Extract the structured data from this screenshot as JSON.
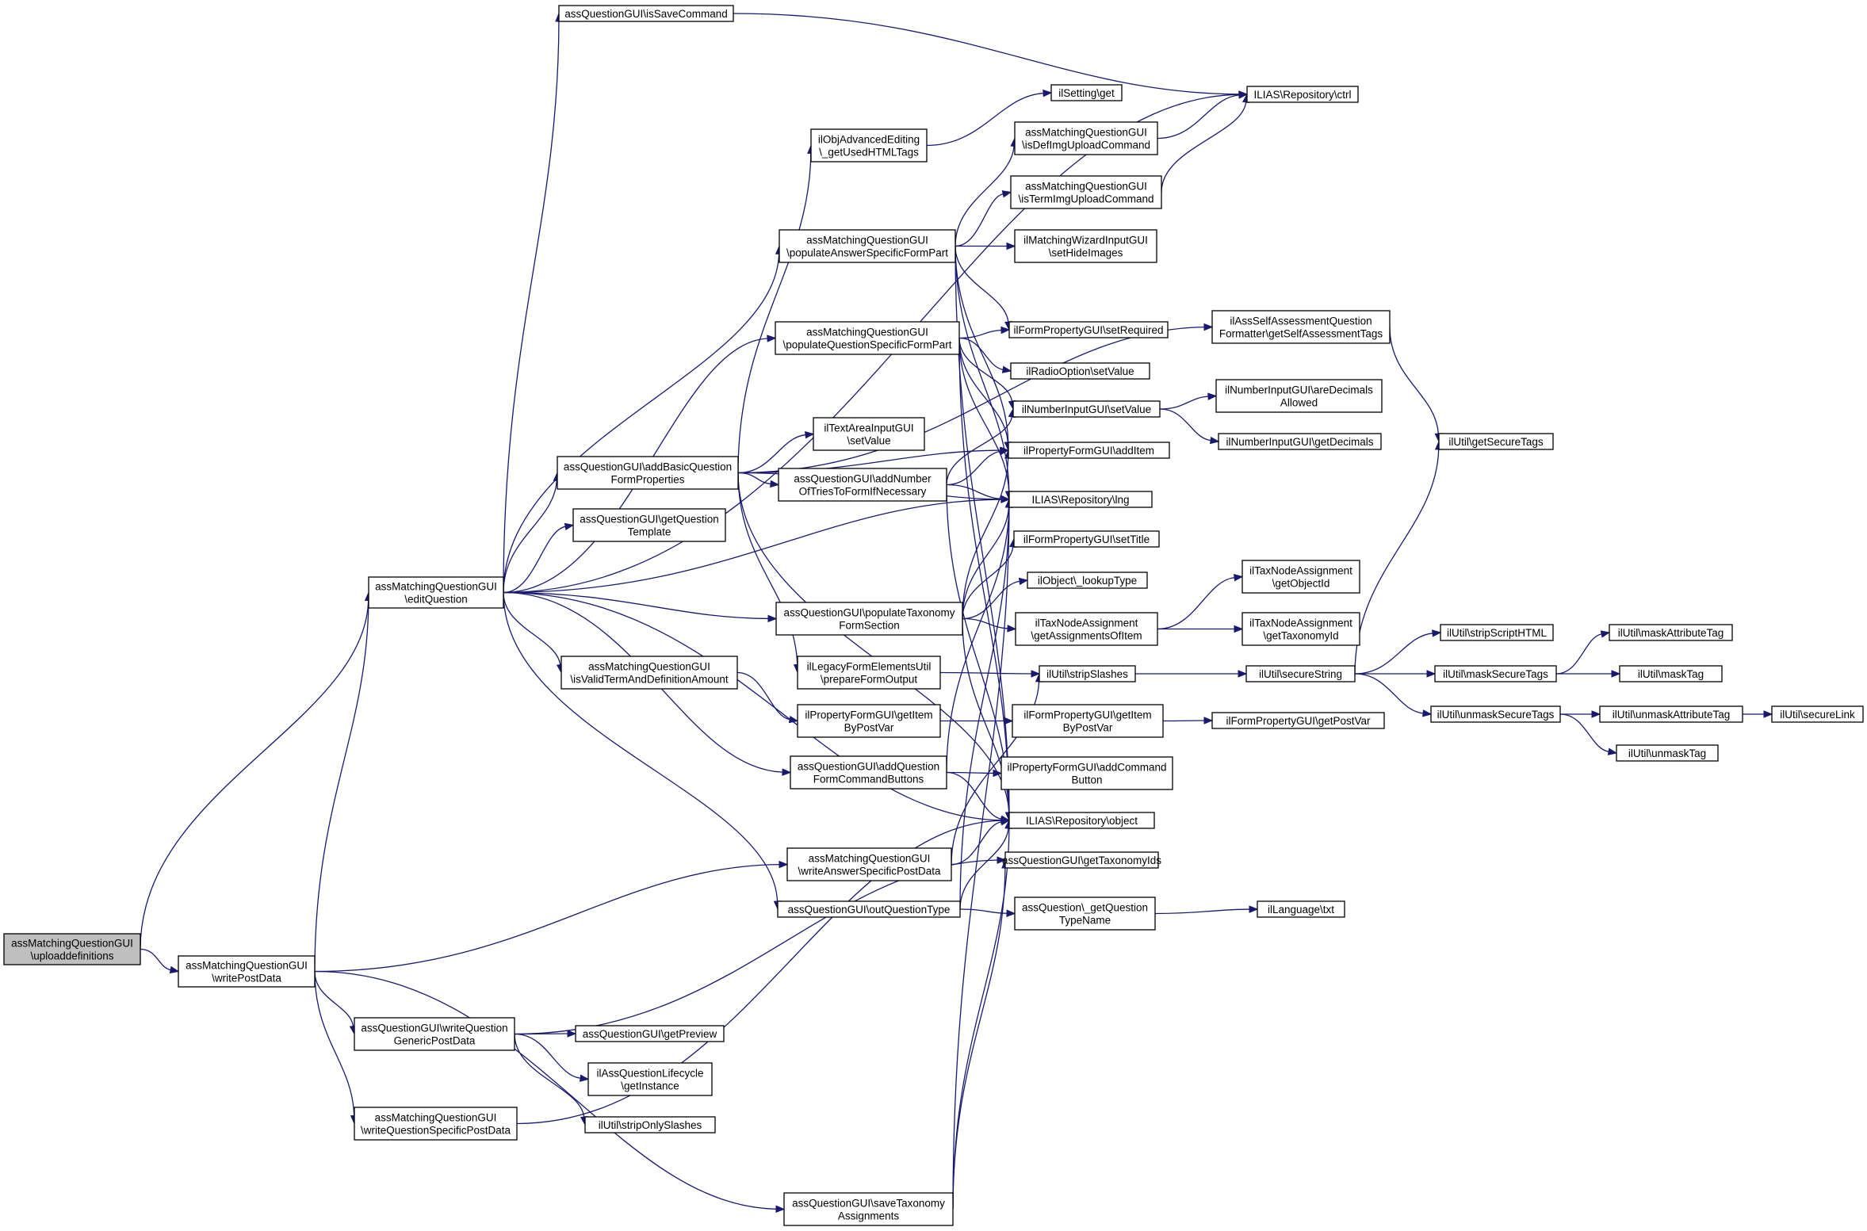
{
  "graph": {
    "nodes": [
      {
        "id": "n0",
        "lines": [
          "assMatchingQuestionGUI",
          "\\uploaddefinitions"
        ],
        "root": true
      },
      {
        "id": "n1",
        "lines": [
          "assMatchingQuestionGUI",
          "\\editQuestion"
        ]
      },
      {
        "id": "n2",
        "lines": [
          "assMatchingQuestionGUI",
          "\\writePostData"
        ]
      },
      {
        "id": "n3",
        "lines": [
          "assQuestionGUI\\isSaveCommand"
        ]
      },
      {
        "id": "n4",
        "lines": [
          "ILIAS\\Repository\\ctrl"
        ]
      },
      {
        "id": "n5",
        "lines": [
          "ilSetting\\get"
        ]
      },
      {
        "id": "n6",
        "lines": [
          "ilObjAdvancedEditing",
          "\\_getUsedHTMLTags"
        ]
      },
      {
        "id": "n7",
        "lines": [
          "assMatchingQuestionGUI",
          "\\isDefImgUploadCommand"
        ]
      },
      {
        "id": "n8",
        "lines": [
          "assMatchingQuestionGUI",
          "\\isTermImgUploadCommand"
        ]
      },
      {
        "id": "n9",
        "lines": [
          "assMatchingQuestionGUI",
          "\\populateAnswerSpecificFormPart"
        ]
      },
      {
        "id": "n10",
        "lines": [
          "ilMatchingWizardInputGUI",
          "\\setHideImages"
        ]
      },
      {
        "id": "n11",
        "lines": [
          "assMatchingQuestionGUI",
          "\\populateQuestionSpecificFormPart"
        ]
      },
      {
        "id": "n12",
        "lines": [
          "ilFormPropertyGUI\\setRequired"
        ]
      },
      {
        "id": "n13",
        "lines": [
          "ilAssSelfAssessmentQuestion",
          "Formatter\\getSelfAssessmentTags"
        ]
      },
      {
        "id": "n14",
        "lines": [
          "ilRadioOption\\setValue"
        ]
      },
      {
        "id": "n15",
        "lines": [
          "ilNumberInputGUI\\setValue"
        ]
      },
      {
        "id": "n16",
        "lines": [
          "ilNumberInputGUI\\areDecimals",
          "Allowed"
        ]
      },
      {
        "id": "n17",
        "lines": [
          "ilTextAreaInputGUI",
          "\\setValue"
        ]
      },
      {
        "id": "n18",
        "lines": [
          "ilPropertyFormGUI\\addItem"
        ]
      },
      {
        "id": "n19",
        "lines": [
          "ilNumberInputGUI\\getDecimals"
        ]
      },
      {
        "id": "n20",
        "lines": [
          "ilUtil\\getSecureTags"
        ]
      },
      {
        "id": "n21",
        "lines": [
          "assQuestionGUI\\addBasicQuestion",
          "FormProperties"
        ]
      },
      {
        "id": "n22",
        "lines": [
          "assQuestionGUI\\addNumber",
          "OfTriesToFormIfNecessary"
        ]
      },
      {
        "id": "n23",
        "lines": [
          "ILIAS\\Repository\\lng"
        ]
      },
      {
        "id": "n24",
        "lines": [
          "assQuestionGUI\\getQuestion",
          "Template"
        ]
      },
      {
        "id": "n25",
        "lines": [
          "ilFormPropertyGUI\\setTitle"
        ]
      },
      {
        "id": "n26",
        "lines": [
          "ilObject\\_lookupType"
        ]
      },
      {
        "id": "n27",
        "lines": [
          "ilTaxNodeAssignment",
          "\\getObjectId"
        ]
      },
      {
        "id": "n28",
        "lines": [
          "assQuestionGUI\\populateTaxonomy",
          "FormSection"
        ]
      },
      {
        "id": "n29",
        "lines": [
          "ilTaxNodeAssignment",
          "\\getAssignmentsOfItem"
        ]
      },
      {
        "id": "n30",
        "lines": [
          "ilTaxNodeAssignment",
          "\\getTaxonomyId"
        ]
      },
      {
        "id": "n31",
        "lines": [
          "ilUtil\\stripScriptHTML"
        ]
      },
      {
        "id": "n32",
        "lines": [
          "ilUtil\\maskAttributeTag"
        ]
      },
      {
        "id": "n33",
        "lines": [
          "assMatchingQuestionGUI",
          "\\isValidTermAndDefinitionAmount"
        ]
      },
      {
        "id": "n34",
        "lines": [
          "ilLegacyFormElementsUtil",
          "\\prepareFormOutput"
        ]
      },
      {
        "id": "n35",
        "lines": [
          "ilUtil\\stripSlashes"
        ]
      },
      {
        "id": "n36",
        "lines": [
          "ilUtil\\secureString"
        ]
      },
      {
        "id": "n37",
        "lines": [
          "ilUtil\\maskSecureTags"
        ]
      },
      {
        "id": "n38",
        "lines": [
          "ilUtil\\maskTag"
        ]
      },
      {
        "id": "n39",
        "lines": [
          "ilPropertyFormGUI\\getItem",
          "ByPostVar"
        ]
      },
      {
        "id": "n40",
        "lines": [
          "ilFormPropertyGUI\\getItem",
          "ByPostVar"
        ]
      },
      {
        "id": "n41",
        "lines": [
          "ilFormPropertyGUI\\getPostVar"
        ]
      },
      {
        "id": "n42",
        "lines": [
          "ilUtil\\unmaskSecureTags"
        ]
      },
      {
        "id": "n43",
        "lines": [
          "ilUtil\\unmaskAttributeTag"
        ]
      },
      {
        "id": "n44",
        "lines": [
          "ilUtil\\secureLink"
        ]
      },
      {
        "id": "n45",
        "lines": [
          "ilUtil\\unmaskTag"
        ]
      },
      {
        "id": "n46",
        "lines": [
          "assQuestionGUI\\addQuestion",
          "FormCommandButtons"
        ]
      },
      {
        "id": "n47",
        "lines": [
          "ilPropertyFormGUI\\addCommand",
          "Button"
        ]
      },
      {
        "id": "n48",
        "lines": [
          "ILIAS\\Repository\\object"
        ]
      },
      {
        "id": "n49",
        "lines": [
          "assMatchingQuestionGUI",
          "\\writeAnswerSpecificPostData"
        ]
      },
      {
        "id": "n50",
        "lines": [
          "assQuestionGUI\\getTaxonomyIds"
        ]
      },
      {
        "id": "n51",
        "lines": [
          "assQuestionGUI\\outQuestionType"
        ]
      },
      {
        "id": "n52",
        "lines": [
          "assQuestion\\_getQuestion",
          "TypeName"
        ]
      },
      {
        "id": "n53",
        "lines": [
          "ilLanguage\\txt"
        ]
      },
      {
        "id": "n54",
        "lines": [
          "assQuestionGUI\\writeQuestion",
          "GenericPostData"
        ]
      },
      {
        "id": "n55",
        "lines": [
          "assQuestionGUI\\getPreview"
        ]
      },
      {
        "id": "n56",
        "lines": [
          "ilAssQuestionLifecycle",
          "\\getInstance"
        ]
      },
      {
        "id": "n57",
        "lines": [
          "ilUtil\\stripOnlySlashes"
        ]
      },
      {
        "id": "n58",
        "lines": [
          "assMatchingQuestionGUI",
          "\\writeQuestionSpecificPostData"
        ]
      },
      {
        "id": "n59",
        "lines": [
          "assQuestionGUI\\saveTaxonomy",
          "Assignments"
        ]
      }
    ],
    "edges": [
      [
        "n0",
        "n1"
      ],
      [
        "n0",
        "n2"
      ],
      [
        "n1",
        "n3"
      ],
      [
        "n1",
        "n4"
      ],
      [
        "n1",
        "n9"
      ],
      [
        "n1",
        "n11"
      ],
      [
        "n1",
        "n21"
      ],
      [
        "n1",
        "n24"
      ],
      [
        "n1",
        "n23"
      ],
      [
        "n1",
        "n28"
      ],
      [
        "n1",
        "n33"
      ],
      [
        "n1",
        "n46"
      ],
      [
        "n1",
        "n51"
      ],
      [
        "n1",
        "n48"
      ],
      [
        "n3",
        "n4"
      ],
      [
        "n6",
        "n5"
      ],
      [
        "n7",
        "n4"
      ],
      [
        "n8",
        "n4"
      ],
      [
        "n9",
        "n7"
      ],
      [
        "n9",
        "n8"
      ],
      [
        "n9",
        "n10"
      ],
      [
        "n9",
        "n12"
      ],
      [
        "n9",
        "n18"
      ],
      [
        "n9",
        "n23"
      ],
      [
        "n9",
        "n48"
      ],
      [
        "n11",
        "n12"
      ],
      [
        "n11",
        "n14"
      ],
      [
        "n11",
        "n15"
      ],
      [
        "n11",
        "n18"
      ],
      [
        "n11",
        "n23"
      ],
      [
        "n11",
        "n48"
      ],
      [
        "n15",
        "n16"
      ],
      [
        "n15",
        "n19"
      ],
      [
        "n13",
        "n20"
      ],
      [
        "n21",
        "n6"
      ],
      [
        "n21",
        "n13"
      ],
      [
        "n21",
        "n17"
      ],
      [
        "n21",
        "n22"
      ],
      [
        "n21",
        "n34"
      ],
      [
        "n21",
        "n18"
      ],
      [
        "n21",
        "n23"
      ],
      [
        "n21",
        "n48"
      ],
      [
        "n22",
        "n15"
      ],
      [
        "n22",
        "n18"
      ],
      [
        "n22",
        "n23"
      ],
      [
        "n22",
        "n48"
      ],
      [
        "n28",
        "n18"
      ],
      [
        "n28",
        "n25"
      ],
      [
        "n28",
        "n26"
      ],
      [
        "n28",
        "n29"
      ],
      [
        "n28",
        "n23"
      ],
      [
        "n28",
        "n48"
      ],
      [
        "n29",
        "n27"
      ],
      [
        "n29",
        "n30"
      ],
      [
        "n33",
        "n39"
      ],
      [
        "n34",
        "n35"
      ],
      [
        "n39",
        "n40"
      ],
      [
        "n40",
        "n41"
      ],
      [
        "n35",
        "n36"
      ],
      [
        "n36",
        "n20"
      ],
      [
        "n36",
        "n31"
      ],
      [
        "n36",
        "n37"
      ],
      [
        "n36",
        "n42"
      ],
      [
        "n37",
        "n32"
      ],
      [
        "n37",
        "n38"
      ],
      [
        "n42",
        "n43"
      ],
      [
        "n42",
        "n45"
      ],
      [
        "n43",
        "n44"
      ],
      [
        "n46",
        "n47"
      ],
      [
        "n46",
        "n23"
      ],
      [
        "n46",
        "n48"
      ],
      [
        "n49",
        "n35"
      ],
      [
        "n49",
        "n48"
      ],
      [
        "n51",
        "n52"
      ],
      [
        "n51",
        "n23"
      ],
      [
        "n51",
        "n48"
      ],
      [
        "n52",
        "n53"
      ],
      [
        "n2",
        "n1"
      ],
      [
        "n2",
        "n49"
      ],
      [
        "n2",
        "n54"
      ],
      [
        "n2",
        "n58"
      ],
      [
        "n2",
        "n59"
      ],
      [
        "n54",
        "n55"
      ],
      [
        "n54",
        "n56"
      ],
      [
        "n54",
        "n57"
      ],
      [
        "n54",
        "n50"
      ],
      [
        "n58",
        "n48"
      ],
      [
        "n59",
        "n48"
      ],
      [
        "n59",
        "n50"
      ],
      [
        "n59",
        "n23"
      ]
    ]
  }
}
